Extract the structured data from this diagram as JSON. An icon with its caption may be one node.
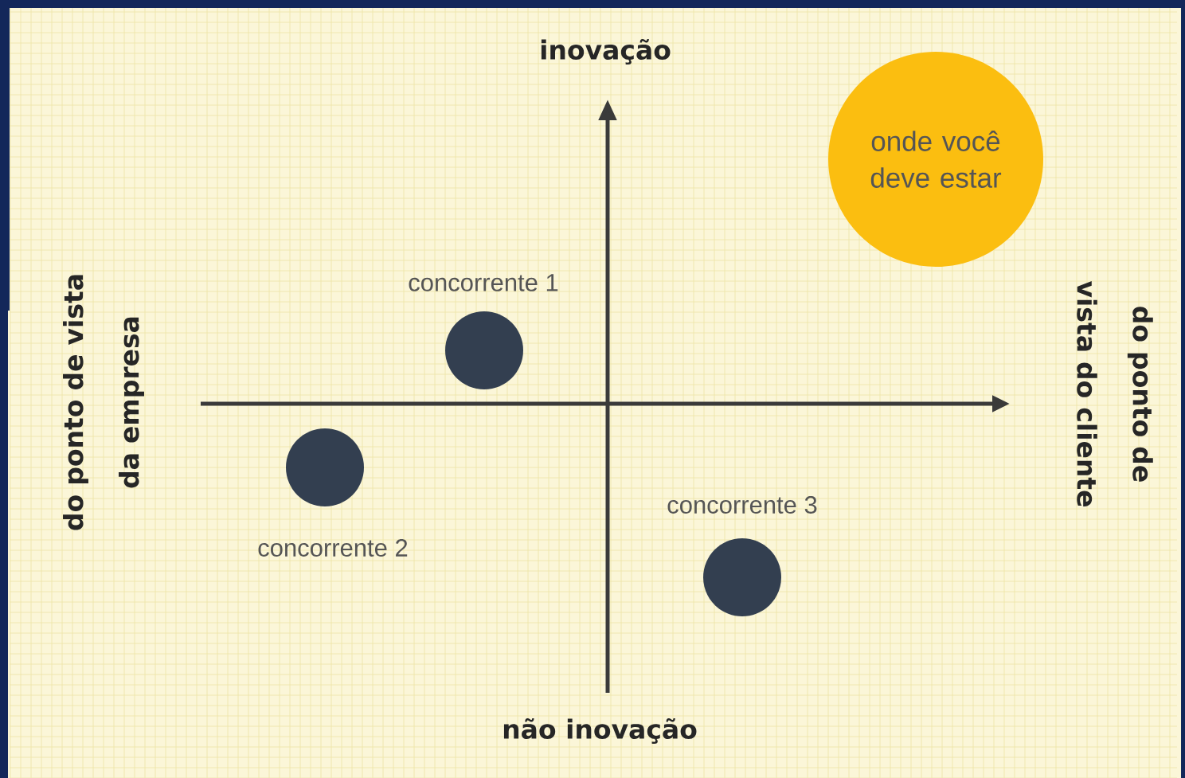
{
  "diagram": {
    "nodes": [
      {
        "text": [
          "onde você deve estar"
        ]
      },
      {
        "text": [],
        "shape": "circle",
        "beside": [
          "concorrente 1"
        ]
      },
      {
        "text": [],
        "shape": "circle",
        "beside": [
          "concorrente 2"
        ]
      },
      {
        "text": [],
        "shape": "circle",
        "beside": [
          "concorrente 3"
        ]
      }
    ],
    "labels": [
      "inovação",
      "do ponto de vista da empresa",
      "do ponto de vista do cliente",
      "não inovação"
    ]
  }
}
